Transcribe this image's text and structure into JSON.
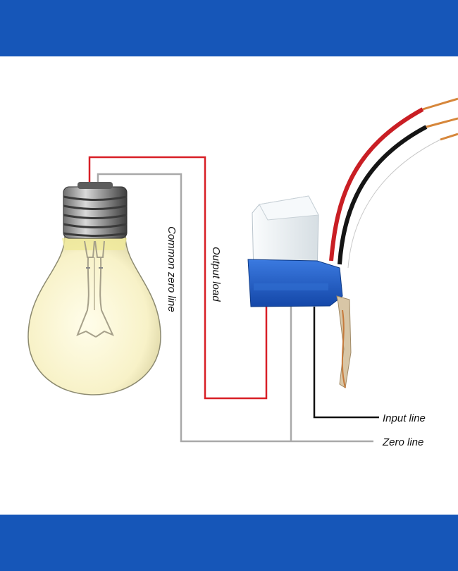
{
  "colors": {
    "banner": "#1656b8",
    "output_wire": "#d81f26",
    "zero_wire": "#a9a9a9",
    "input_wire": "#111111",
    "sensor_base": "#1f5fd0",
    "sensor_cap": "#e8eef2",
    "bulb_glass": "#fbf7d6"
  },
  "icons": {
    "bulb": "light-bulb-icon",
    "sensor": "photocell-switch-icon"
  },
  "labels": {
    "common_zero": "Common zero line",
    "output_load": "Output load",
    "input_line": "Input line",
    "zero_line": "Zero line"
  }
}
